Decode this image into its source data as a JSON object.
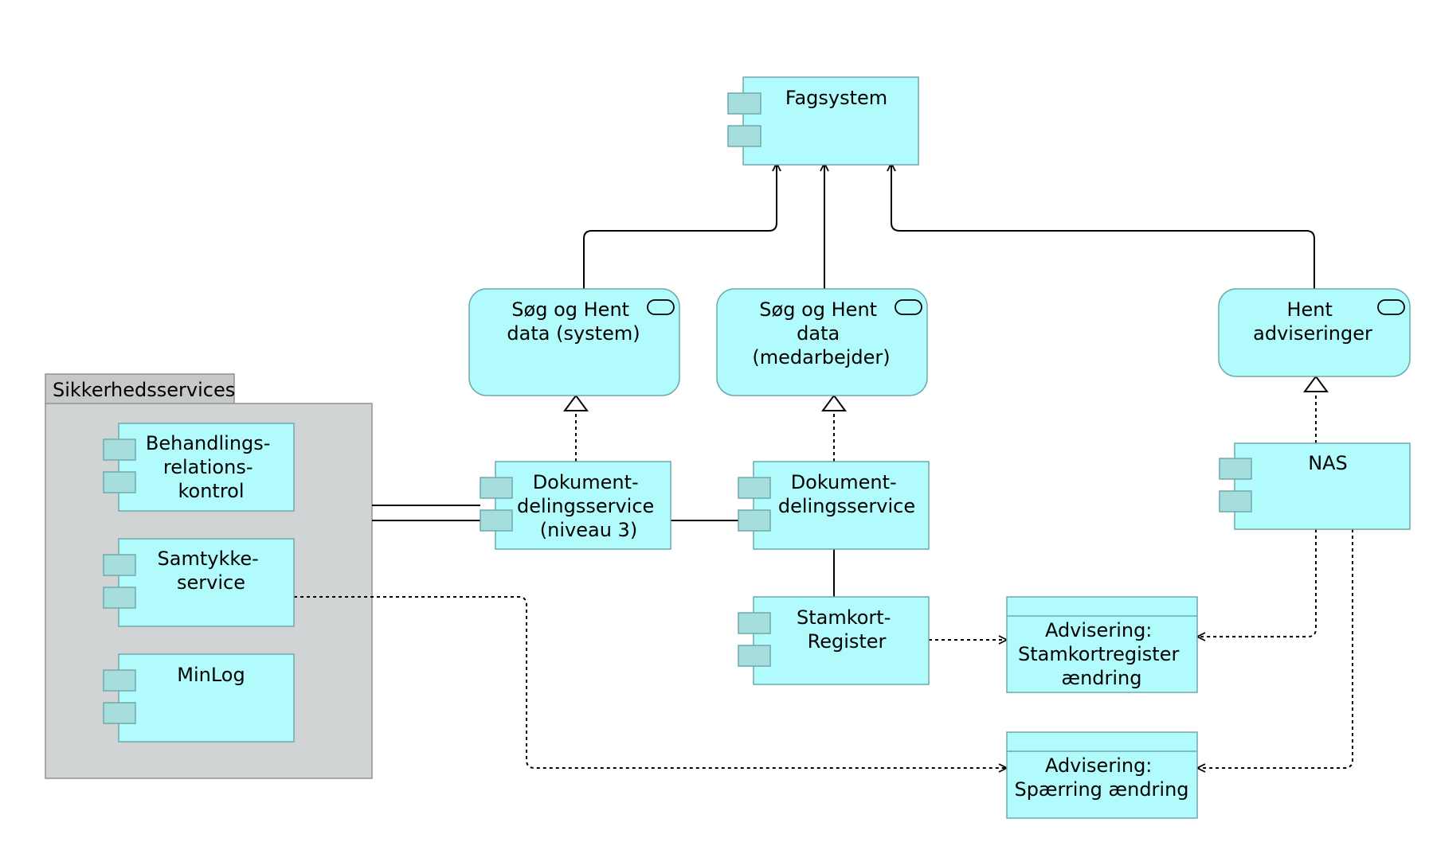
{
  "diagram": {
    "group": {
      "label": "Sikkerhedsservices"
    },
    "nodes": {
      "fagsystem": {
        "lines": [
          "Fagsystem"
        ]
      },
      "soeg_system": {
        "lines": [
          "Søg og Hent",
          "data (system)"
        ]
      },
      "soeg_medarbejder": {
        "lines": [
          "Søg og Hent",
          "data",
          "(medarbejder)"
        ]
      },
      "hent_adviseringer": {
        "lines": [
          "Hent",
          "adviseringer"
        ]
      },
      "behandling": {
        "lines": [
          "Behandlings-",
          "relations-",
          "kontrol"
        ]
      },
      "samtykke": {
        "lines": [
          "Samtykke-",
          "service"
        ]
      },
      "minlog": {
        "lines": [
          "MinLog"
        ]
      },
      "dds_niveau3": {
        "lines": [
          "Dokument-",
          "delingsservice",
          "(niveau 3)"
        ]
      },
      "dds": {
        "lines": [
          "Dokument-",
          "delingsservice"
        ]
      },
      "nas": {
        "lines": [
          "NAS"
        ]
      },
      "stamkort": {
        "lines": [
          "Stamkort-",
          "Register"
        ]
      },
      "adv_stamkort": {
        "lines": [
          "Advisering:",
          "Stamkortregister",
          "ændring"
        ]
      },
      "adv_spaerring": {
        "lines": [
          "Advisering:",
          "Spærring ændring"
        ]
      }
    },
    "colors": {
      "element_fill": "#b2fbfd",
      "element_stroke": "#6fa9ab",
      "port_fill": "#a6dddd",
      "group_fill": "#d1d4d4",
      "group_tab_fill": "#c7c9c9"
    }
  }
}
